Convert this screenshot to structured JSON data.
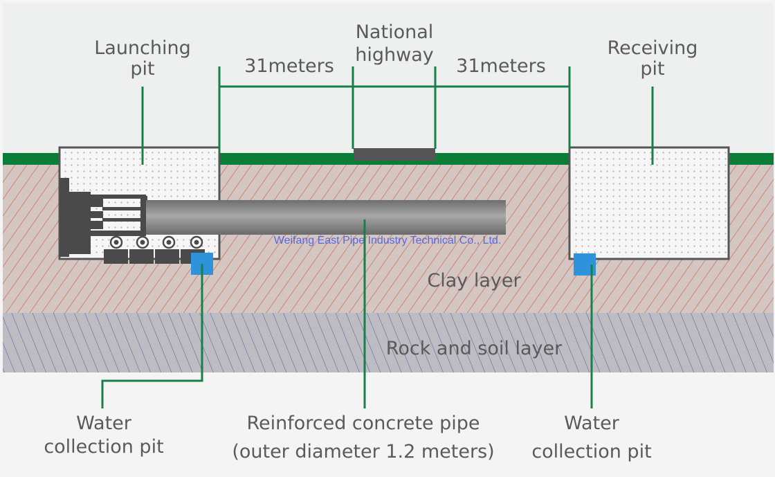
{
  "diagram": {
    "type": "pipe-jacking-cross-section",
    "labels": {
      "launching_pit": [
        "Launching",
        "pit"
      ],
      "receiving_pit": [
        "Receiving",
        "pit"
      ],
      "national_highway": [
        "National",
        "highway"
      ],
      "distance_left": "31meters",
      "distance_right": "31meters",
      "clay_layer": "Clay layer",
      "rock_soil_layer": "Rock and soil layer",
      "water_pit_left": [
        "Water",
        "collection pit"
      ],
      "water_pit_right": [
        "Water",
        "collection pit"
      ],
      "pipe": [
        "Reinforced concrete pipe",
        "(outer diameter 1.2 meters)"
      ]
    },
    "watermark": "Weifang East Pipe Industry Technical Co., Ltd.",
    "colors": {
      "sky": "#eeefef",
      "ground_surface": "#0a7d36",
      "leader_line": "#17804a",
      "clay_bg": "#d4c7c3",
      "clay_hatch": "#c8735a",
      "rock_bg": "#bdbcc2",
      "rock_hatch": "#5a5fa0",
      "pit_fill": "#f6f6f6",
      "pit_border": "#555555",
      "machine": "#4a4a4a",
      "road": "#555555",
      "water_pit": "#2f93db",
      "watermark": "#4b5ee0"
    }
  }
}
